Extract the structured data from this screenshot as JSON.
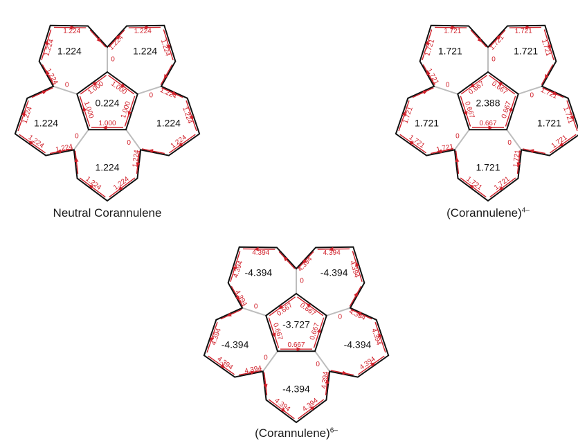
{
  "molecules": [
    {
      "caption": "Neutral Corannulene",
      "superscript": "",
      "ring_center": "0.224",
      "ring_outer": [
        "1.224",
        "1.224",
        "1.224",
        "1.224",
        "1.224"
      ],
      "spoke_labels": [
        "0",
        "0",
        "0",
        "0",
        "0"
      ],
      "inner_edge_labels": [
        "1.000",
        "1.000",
        "1.000",
        "1.000",
        "1.000"
      ],
      "outer_edge_labels": [
        "1.224",
        "1.224",
        "1.224",
        "1.224",
        "1.224",
        "1.224",
        "1.224",
        "1.224",
        "1.224",
        "1.224",
        "1.224",
        "1.224",
        "1.224",
        "1.224",
        "1.224"
      ],
      "inner_direction": 1,
      "outer_direction": 1
    },
    {
      "caption": "(Corannulene)",
      "superscript": "4–",
      "ring_center": "2.388",
      "ring_outer": [
        "1.721",
        "1.721",
        "1.721",
        "1.721",
        "1.721"
      ],
      "spoke_labels": [
        "0",
        "0",
        "0",
        "0",
        "0"
      ],
      "inner_edge_labels": [
        "0.667",
        "0.667",
        "0.667",
        "0.667",
        "0.667"
      ],
      "outer_edge_labels": [
        "1.721",
        "1.721",
        "1.721",
        "1.721",
        "1.721",
        "1.721",
        "1.721",
        "1.721",
        "1.721",
        "1.721",
        "1.721",
        "1.721",
        "1.721",
        "1.721",
        "1.721"
      ],
      "inner_direction": -1,
      "outer_direction": 1
    },
    {
      "caption": "(Corannulene)",
      "superscript": "6–",
      "ring_center": "-3.727",
      "ring_outer": [
        "-4.394",
        "-4.394",
        "-4.394",
        "-4.394",
        "-4.394"
      ],
      "spoke_labels": [
        "0",
        "0",
        "0",
        "0",
        "0"
      ],
      "inner_edge_labels": [
        "0.667",
        "0.667",
        "0.667",
        "0.667",
        "0.667"
      ],
      "outer_edge_labels": [
        "4.394",
        "4.394",
        "4.394",
        "4.394",
        "4.394",
        "4.394",
        "4.394",
        "4.394",
        "4.394",
        "4.394",
        "4.394",
        "4.394",
        "4.394",
        "4.394",
        "4.394"
      ],
      "inner_direction": -1,
      "outer_direction": -1
    }
  ],
  "colors": {
    "bond": "#111111",
    "spoke": "#bdbdbd",
    "current": "#d0202a",
    "label_text": "#111111"
  }
}
